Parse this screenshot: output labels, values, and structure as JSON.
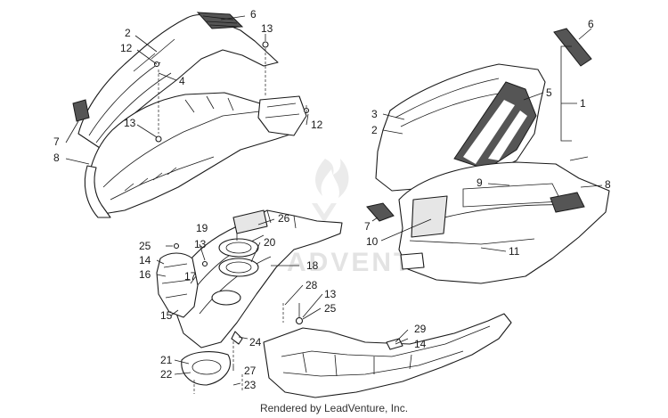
{
  "watermark": {
    "text": "ADVENTURE"
  },
  "footer": {
    "text": "Rendered by LeadVenture, Inc."
  },
  "callouts": [
    {
      "id": "c-6-left",
      "label": "6"
    },
    {
      "id": "c-13-top",
      "label": "13"
    },
    {
      "id": "c-2-left",
      "label": "2"
    },
    {
      "id": "c-12-left-top",
      "label": "12"
    },
    {
      "id": "c-4",
      "label": "4"
    },
    {
      "id": "c-13-mid",
      "label": "13"
    },
    {
      "id": "c-12-right",
      "label": "12"
    },
    {
      "id": "c-7-left",
      "label": "7"
    },
    {
      "id": "c-8-left",
      "label": "8"
    },
    {
      "id": "c-6-right",
      "label": "6"
    },
    {
      "id": "c-5",
      "label": "5"
    },
    {
      "id": "c-1",
      "label": "1"
    },
    {
      "id": "c-3",
      "label": "3"
    },
    {
      "id": "c-2-right",
      "label": "2"
    },
    {
      "id": "c-9",
      "label": "9"
    },
    {
      "id": "c-8-right",
      "label": "8"
    },
    {
      "id": "c-7-right",
      "label": "7"
    },
    {
      "id": "c-10",
      "label": "10"
    },
    {
      "id": "c-11",
      "label": "11"
    },
    {
      "id": "c-19",
      "label": "19"
    },
    {
      "id": "c-26",
      "label": "26"
    },
    {
      "id": "c-25-left",
      "label": "25"
    },
    {
      "id": "c-13-lower",
      "label": "13"
    },
    {
      "id": "c-20",
      "label": "20"
    },
    {
      "id": "c-14-left",
      "label": "14"
    },
    {
      "id": "c-18",
      "label": "18"
    },
    {
      "id": "c-16",
      "label": "16"
    },
    {
      "id": "c-17",
      "label": "17"
    },
    {
      "id": "c-28",
      "label": "28"
    },
    {
      "id": "c-13-right-lower",
      "label": "13"
    },
    {
      "id": "c-25-right",
      "label": "25"
    },
    {
      "id": "c-15",
      "label": "15"
    },
    {
      "id": "c-24",
      "label": "24"
    },
    {
      "id": "c-29",
      "label": "29"
    },
    {
      "id": "c-14-right",
      "label": "14"
    },
    {
      "id": "c-21",
      "label": "21"
    },
    {
      "id": "c-27",
      "label": "27"
    },
    {
      "id": "c-22",
      "label": "22"
    },
    {
      "id": "c-23",
      "label": "23"
    }
  ]
}
